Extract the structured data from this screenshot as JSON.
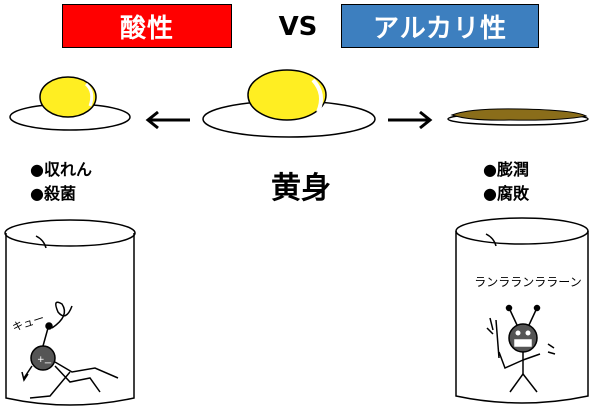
{
  "header": {
    "acid_label": "酸性",
    "vs_label": "VS",
    "alkaline_label": "アルカリ性"
  },
  "center": {
    "label": "黄身"
  },
  "acid_side": {
    "effects": [
      "●収れん",
      "●殺菌"
    ],
    "sound": "キュー"
  },
  "alkaline_side": {
    "effects": [
      "●膨潤",
      "●腐敗"
    ],
    "song": "ランラランララーン"
  },
  "colors": {
    "acid": "#ff0000",
    "alkaline": "#3d7fbf",
    "yolk": "#ffee22",
    "rotten_yolk": "#8a6d1a"
  }
}
